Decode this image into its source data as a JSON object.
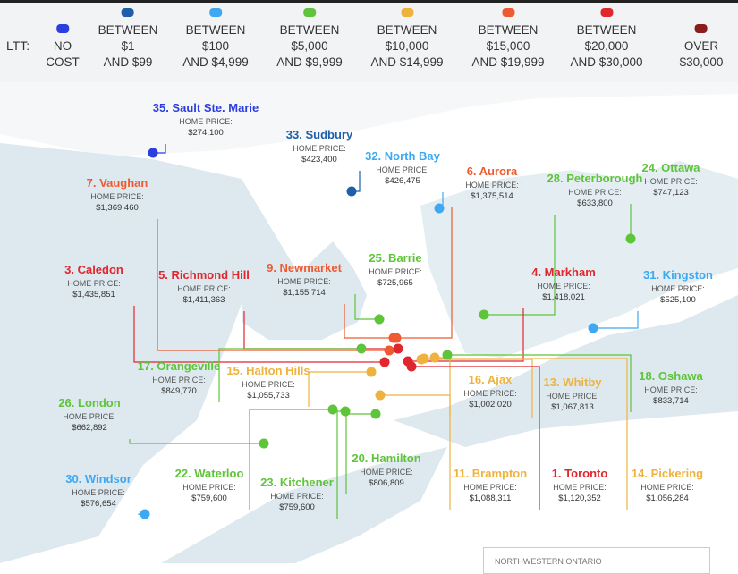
{
  "legend": {
    "label": "LTT:",
    "items": [
      {
        "line1": "",
        "line2": "NO",
        "line3": "COST",
        "color": "#2b3ee0"
      },
      {
        "line1": "BETWEEN",
        "line2": "$1",
        "line3": "AND $99",
        "color": "#1e5fa8"
      },
      {
        "line1": "BETWEEN",
        "line2": "$100",
        "line3": "AND $4,999",
        "color": "#3ea9f2"
      },
      {
        "line1": "BETWEEN",
        "line2": "$5,000",
        "line3": "AND $9,999",
        "color": "#5ec43a"
      },
      {
        "line1": "BETWEEN",
        "line2": "$10,000",
        "line3": "AND $14,999",
        "color": "#eeb33e"
      },
      {
        "line1": "BETWEEN",
        "line2": "$15,000",
        "line3": "AND $19,999",
        "color": "#ef5a30"
      },
      {
        "line1": "BETWEEN",
        "line2": "$20,000",
        "line3": "AND $30,000",
        "color": "#e1262d"
      },
      {
        "line1": "",
        "line2": "OVER",
        "line3": "$30,000",
        "color": "#8c1b1b"
      }
    ]
  },
  "price_label": "HOME PRICE:",
  "cities": [
    {
      "name": "35. Sault Ste. Marie",
      "price": "$274,100",
      "tier": 0
    },
    {
      "name": "33. Sudbury",
      "price": "$423,400",
      "tier": 1
    },
    {
      "name": "32. North Bay",
      "price": "$426,475",
      "tier": 2
    },
    {
      "name": "6. Aurora",
      "price": "$1,375,514",
      "tier": 5
    },
    {
      "name": "28. Peterborough",
      "price": "$633,800",
      "tier": 3
    },
    {
      "name": "24. Ottawa",
      "price": "$747,123",
      "tier": 3
    },
    {
      "name": "7. Vaughan",
      "price": "$1,369,460",
      "tier": 5
    },
    {
      "name": "3. Caledon",
      "price": "$1,435,851",
      "tier": 6
    },
    {
      "name": "5. Richmond Hill",
      "price": "$1,411,363",
      "tier": 6
    },
    {
      "name": "9. Newmarket",
      "price": "$1,155,714",
      "tier": 5
    },
    {
      "name": "25. Barrie",
      "price": "$725,965",
      "tier": 3
    },
    {
      "name": "4. Markham",
      "price": "$1,418,021",
      "tier": 6
    },
    {
      "name": "31. Kingston",
      "price": "$525,100",
      "tier": 2
    },
    {
      "name": "17. Orangeville",
      "price": "$849,770",
      "tier": 3
    },
    {
      "name": "15. Halton Hills",
      "price": "$1,055,733",
      "tier": 4
    },
    {
      "name": "16. Ajax",
      "price": "$1,002,020",
      "tier": 4
    },
    {
      "name": "13. Whitby",
      "price": "$1,067,813",
      "tier": 4
    },
    {
      "name": "18. Oshawa",
      "price": "$833,714",
      "tier": 3
    },
    {
      "name": "26. London",
      "price": "$662,892",
      "tier": 3
    },
    {
      "name": "30. Windsor",
      "price": "$576,654",
      "tier": 2
    },
    {
      "name": "22. Waterloo",
      "price": "$759,600",
      "tier": 3
    },
    {
      "name": "23. Kitchener",
      "price": "$759,600",
      "tier": 3
    },
    {
      "name": "20. Hamilton",
      "price": "$806,809",
      "tier": 3
    },
    {
      "name": "11. Brampton",
      "price": "$1,088,311",
      "tier": 4
    },
    {
      "name": "1. Toronto",
      "price": "$1,120,352",
      "tier": 6
    },
    {
      "name": "14. Pickering",
      "price": "$1,056,284",
      "tier": 4
    }
  ],
  "inset_title": "NORTHWESTERN ONTARIO"
}
